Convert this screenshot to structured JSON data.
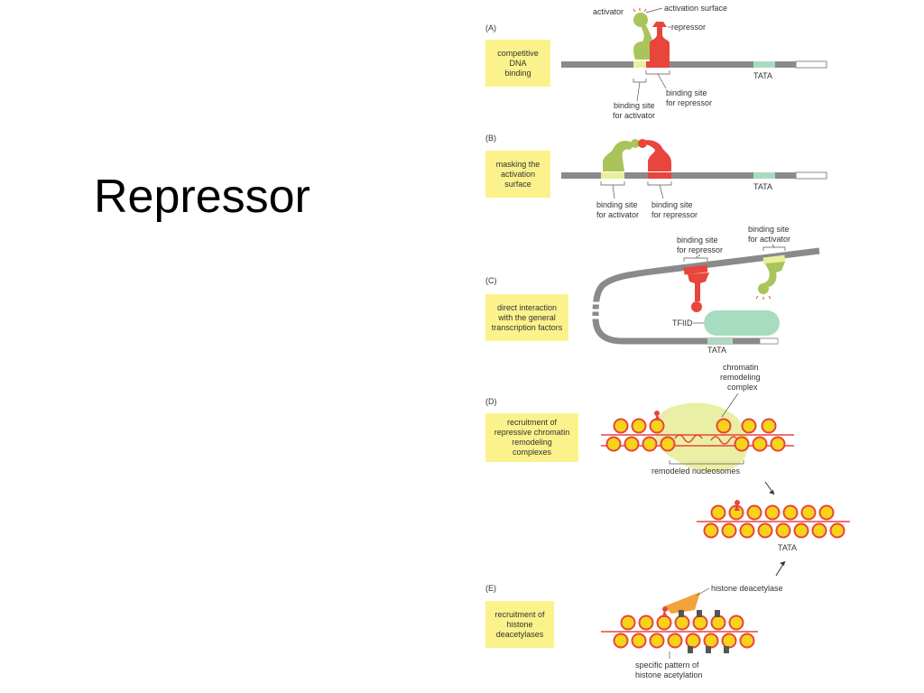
{
  "slide": {
    "title": "Repressor"
  },
  "panels": {
    "A": {
      "letter": "(A)",
      "box_label": "competitive\nDNA\nbinding",
      "activator": "activator",
      "activation_surface": "activation surface",
      "repressor": "repressor",
      "site_activator": "binding site\nfor activator",
      "site_repressor": "binding site\nfor repressor",
      "tata": "TATA"
    },
    "B": {
      "letter": "(B)",
      "box_label": "masking the\nactivation\nsurface",
      "site_activator": "binding site\nfor activator",
      "site_repressor": "binding site\nfor repressor",
      "tata": "TATA"
    },
    "C": {
      "letter": "(C)",
      "box_label": "direct interaction\nwith the general\ntranscription factors",
      "site_repressor": "binding site\nfor repressor",
      "site_activator": "binding site\nfor activator",
      "tfiid": "TFIID",
      "tata": "TATA"
    },
    "D": {
      "letter": "(D)",
      "box_label": "recruitment of\nrepressive chromatin\nremodeling\ncomplexes",
      "complex": "chromatin\nremodeling\ncomplex",
      "remodeled": "remodeled nucleosomes",
      "tata": "TATA"
    },
    "E": {
      "letter": "(E)",
      "box_label": "recruitment of\nhistone\ndeacetylases",
      "deacetylase": "histone deacetylase",
      "pattern": "specific pattern of\nhistone acetylation"
    }
  },
  "colors": {
    "activator": "#a9c45a",
    "repressor": "#e8453c",
    "dna": "#8a8a8a",
    "tata": "#a8dcc0",
    "nucleosome": "#f7d41a",
    "label_box": "#fbf28c",
    "deacetylase": "#f2a33a",
    "remodeler": "#e9efa5"
  }
}
